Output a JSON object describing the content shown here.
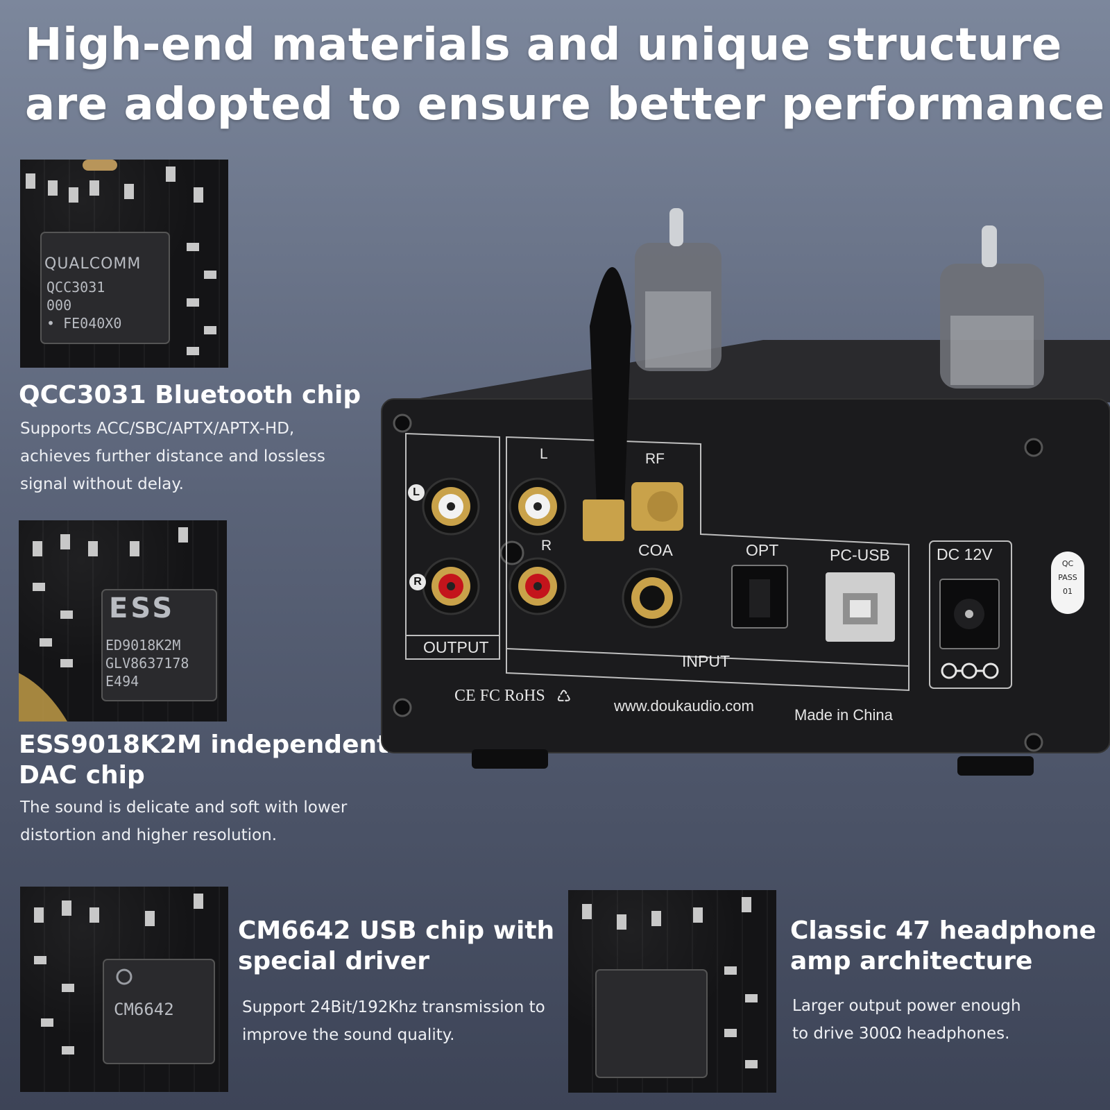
{
  "headline": {
    "line1": "High-end materials and unique structure",
    "line2": "are adopted to ensure better performance"
  },
  "features": [
    {
      "title_lines": [
        "QCC3031 Bluetooth chip"
      ],
      "desc_lines": [
        "Supports ACC/SBC/APTX/APTX-HD,",
        "achieves further distance and lossless",
        "signal without delay."
      ],
      "chip_marking": {
        "brand": "QUALCOMM",
        "lines": [
          "QCC3031",
          "000",
          "• FE040X0"
        ]
      }
    },
    {
      "title_lines": [
        "ESS9018K2M independent",
        "DAC chip"
      ],
      "desc_lines": [
        "The sound is delicate and soft with lower",
        "distortion and higher resolution."
      ],
      "chip_marking": {
        "brand": "ESS",
        "lines": [
          "ED9018K2M",
          "GLV8637178",
          "E494"
        ]
      }
    },
    {
      "title_lines": [
        "CM6642 USB chip with",
        "special driver"
      ],
      "desc_lines": [
        "Support 24Bit/192Khz transmission to",
        "improve the sound quality."
      ],
      "chip_marking": {
        "brand": "",
        "lines": [
          "CM6642"
        ]
      }
    },
    {
      "title_lines": [
        "Classic 47 headphone",
        "amp architecture"
      ],
      "desc_lines": [
        "Larger output power enough",
        "to drive 300Ω headphones."
      ],
      "chip_marking": {
        "brand": "",
        "lines": []
      }
    }
  ],
  "device_panel": {
    "output_label": "OUTPUT",
    "input_label": "INPUT",
    "jack_left": "L",
    "jack_right": "R",
    "rf_label": "RF",
    "coa_label": "COA",
    "opt_label": "OPT",
    "usb_label": "PC-USB",
    "dc_label": "DC 12V",
    "certifications": "CE FC RoHS",
    "website": "www.doukaudio.com",
    "origin": "Made in China",
    "qc_sticker": [
      "QC",
      "PASS",
      "01"
    ]
  },
  "colors": {
    "background_top": "#7c879c",
    "background_bottom": "#3d4457",
    "chassis": "#1b1b1d",
    "gold": "#c9a24a",
    "rca_red": "#c4141c",
    "rca_white": "#f2f2f2"
  },
  "icons": [
    "antenna-icon",
    "vacuum-tube-icon",
    "rca-jack-icon",
    "optical-port-icon",
    "usb-b-port-icon",
    "dc-jack-icon",
    "polarity-icon",
    "weee-bin-icon"
  ]
}
